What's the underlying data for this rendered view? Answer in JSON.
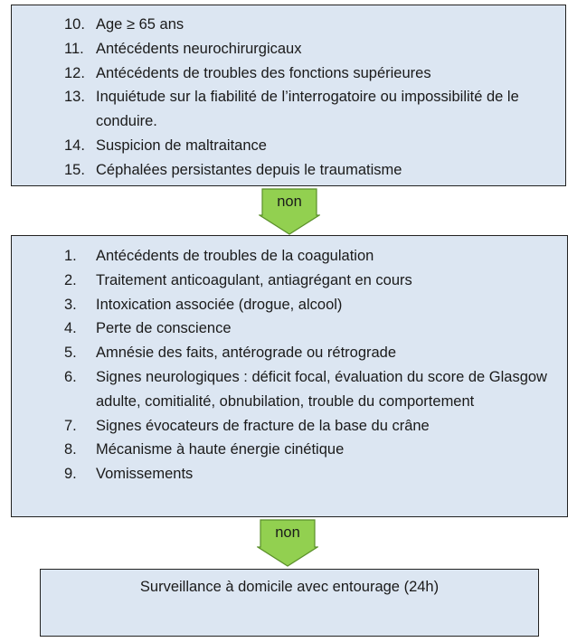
{
  "box1": {
    "items": [
      {
        "num": "10.",
        "text": "Age ≥ 65 ans"
      },
      {
        "num": "11.",
        "text": "Antécédents neurochirurgicaux"
      },
      {
        "num": "12.",
        "text": "Antécédents de troubles des fonctions supérieures"
      },
      {
        "num": "13.",
        "text": "Inquiétude sur la fiabilité de l’interrogatoire ou impossibilité de le conduire."
      },
      {
        "num": "14.",
        "text": "Suspicion de maltraitance"
      },
      {
        "num": "15.",
        "text": "Céphalées persistantes depuis le traumatisme"
      }
    ]
  },
  "arrow1": {
    "label": "non"
  },
  "box2": {
    "items": [
      {
        "num": "1.",
        "text": "Antécédents de troubles de la coagulation"
      },
      {
        "num": "2.",
        "text": "Traitement anticoagulant, antiagrégant en cours"
      },
      {
        "num": "3.",
        "text": "Intoxication associée (drogue, alcool)"
      },
      {
        "num": "4.",
        "text": "Perte de conscience"
      },
      {
        "num": "5.",
        "text": "Amnésie des faits, antérograde ou rétrograde"
      },
      {
        "num": "6.",
        "text": "Signes neurologiques : déficit focal, évaluation du score de Glasgow adulte, comitialité, obnubilation, trouble du comportement"
      },
      {
        "num": "7.",
        "text": "Signes évocateurs de fracture de la base du crâne"
      },
      {
        "num": "8.",
        "text": "Mécanisme à haute énergie cinétique"
      },
      {
        "num": "9.",
        "text": "Vomissements"
      }
    ]
  },
  "arrow2": {
    "label": "non"
  },
  "box3": {
    "text": "Surveillance à domicile avec entourage (24h)"
  },
  "colors": {
    "box_fill": "#dce6f2",
    "arrow_fill": "#92d050",
    "arrow_stroke": "#5a8f2a"
  }
}
